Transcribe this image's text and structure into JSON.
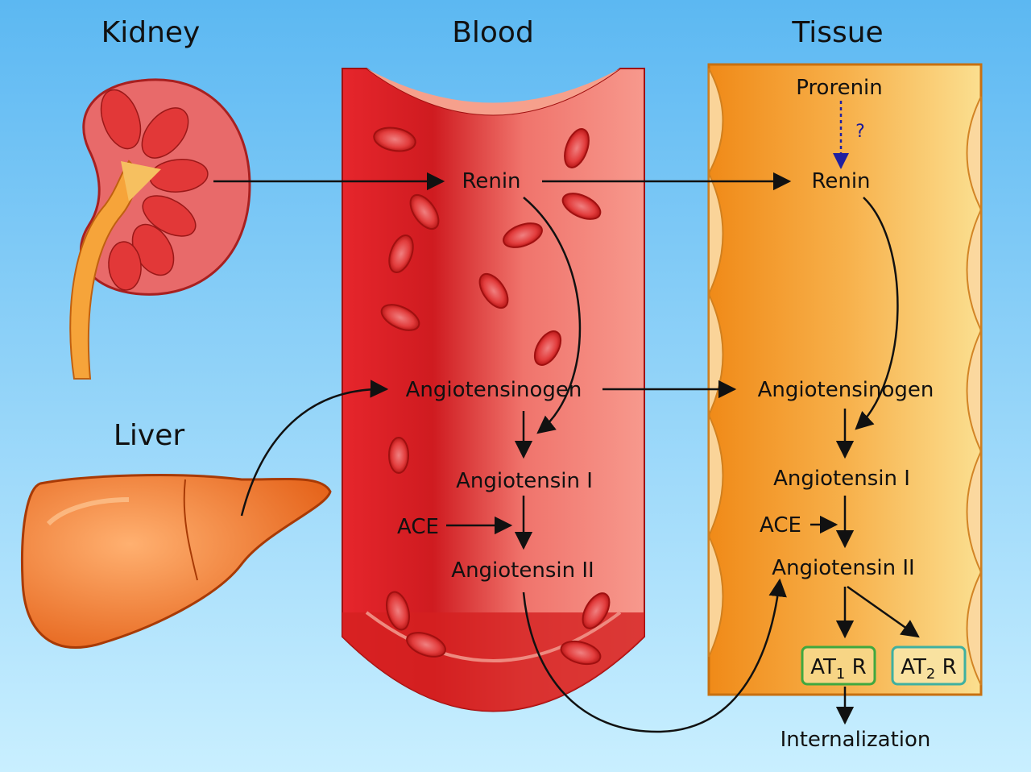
{
  "headers": {
    "kidney": "Kidney",
    "blood": "Blood",
    "tissue": "Tissue",
    "liver": "Liver"
  },
  "blood": {
    "renin": "Renin",
    "angiotensinogen": "Angiotensinogen",
    "angiotensin_i": "Angiotensin I",
    "ace": "ACE",
    "angiotensin_ii": "Angiotensin II"
  },
  "tissue": {
    "prorenin": "Prorenin",
    "question": "?",
    "renin": "Renin",
    "angiotensinogen": "Angiotensinogen",
    "angiotensin_i": "Angiotensin I",
    "ace": "ACE",
    "angiotensin_ii": "Angiotensin II",
    "at1_main": "AT",
    "at1_sub": "1",
    "at1_r": " R",
    "at2_main": "AT",
    "at2_sub": "2",
    "at2_r": " R",
    "internalization": "Internalization"
  },
  "colors": {
    "background_top": "#5cb8f2",
    "background_bottom": "#c9efff",
    "vessel": "#e83a3a",
    "tissue": "#f5a030",
    "at1_box": "#3fa83f",
    "at2_box": "#3fb0a0",
    "dotted_arrow": "#2020a0"
  }
}
